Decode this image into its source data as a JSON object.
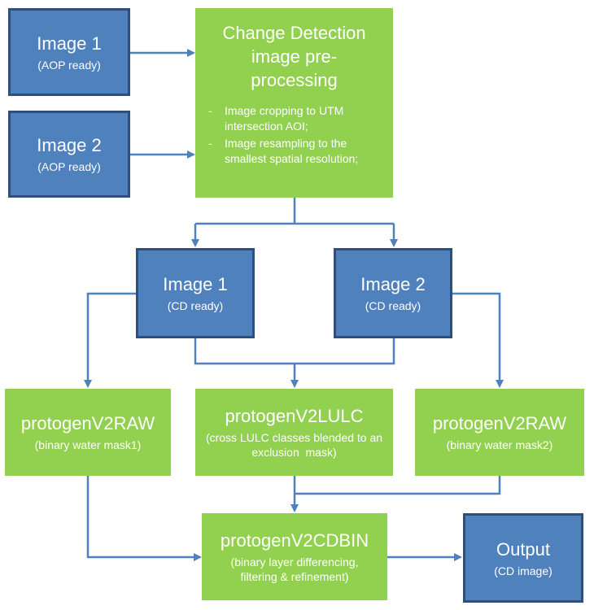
{
  "nodes": {
    "input1": {
      "title": "Image 1",
      "sub": "(AOP ready)"
    },
    "input2": {
      "title": "Image 2",
      "sub": "(AOP ready)"
    },
    "preprocess": {
      "title": "Change Detection image pre-processing",
      "bullets": [
        "Image cropping to UTM intersection AOI;",
        "Image resampling to the smallest spatial resolution;"
      ]
    },
    "cd1": {
      "title": "Image 1",
      "sub": "(CD ready)"
    },
    "cd2": {
      "title": "Image 2",
      "sub": "(CD ready)"
    },
    "raw1": {
      "title": "protogenV2RAW",
      "sub": "(binary water mask1)"
    },
    "lulc": {
      "title": "protogenV2LULC",
      "sub": "(cross LULC classes blended to an exclusion  mask)"
    },
    "raw2": {
      "title": "protogenV2RAW",
      "sub": "(binary water mask2)"
    },
    "cdbin": {
      "title": "protogenV2CDBIN",
      "sub": "(binary layer differencing, filtering & refinement)"
    },
    "output": {
      "title": "Output",
      "sub": "(CD image)"
    }
  },
  "colors": {
    "blue_fill": "#4f81bd",
    "blue_border": "#2e4f7d",
    "green_fill": "#92d050",
    "connector": "#4f81bd",
    "text": "#ffffff"
  }
}
